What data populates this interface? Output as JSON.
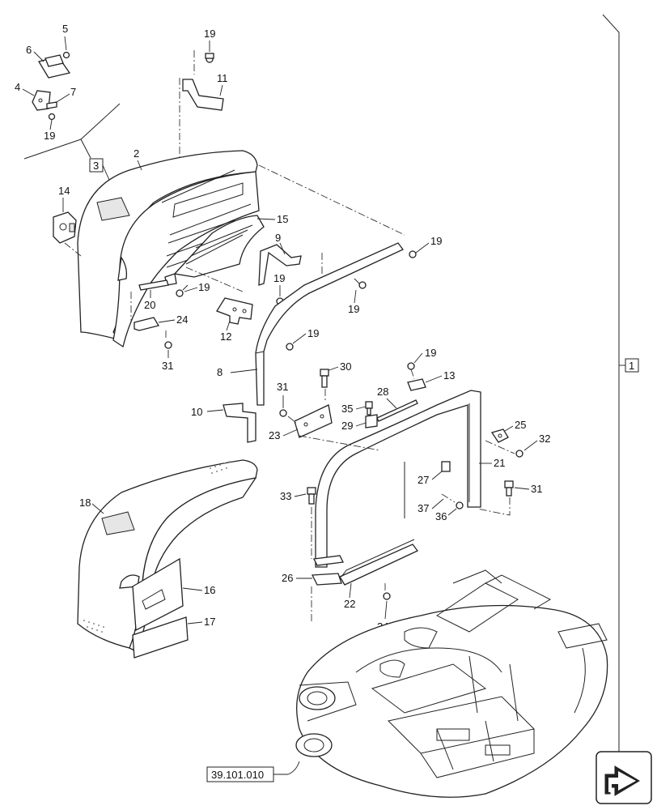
{
  "diagram": {
    "reference_label": "39.101.010",
    "callouts": [
      {
        "id": "c5",
        "text": "5"
      },
      {
        "id": "c6",
        "text": "6"
      },
      {
        "id": "c4",
        "text": "4"
      },
      {
        "id": "c7",
        "text": "7"
      },
      {
        "id": "c19a",
        "text": "19"
      },
      {
        "id": "c19b",
        "text": "19"
      },
      {
        "id": "c11",
        "text": "11"
      },
      {
        "id": "c3",
        "text": "3"
      },
      {
        "id": "c2",
        "text": "2"
      },
      {
        "id": "c14",
        "text": "14"
      },
      {
        "id": "c15",
        "text": "15"
      },
      {
        "id": "c9",
        "text": "9"
      },
      {
        "id": "c19c",
        "text": "19"
      },
      {
        "id": "c19d",
        "text": "19"
      },
      {
        "id": "c19e",
        "text": "19"
      },
      {
        "id": "c19f",
        "text": "19"
      },
      {
        "id": "c20",
        "text": "20"
      },
      {
        "id": "c24",
        "text": "24"
      },
      {
        "id": "c12",
        "text": "12"
      },
      {
        "id": "c19g",
        "text": "19"
      },
      {
        "id": "c31a",
        "text": "31"
      },
      {
        "id": "c1",
        "text": "1"
      },
      {
        "id": "c19h",
        "text": "19"
      },
      {
        "id": "c30",
        "text": "30"
      },
      {
        "id": "c8",
        "text": "8"
      },
      {
        "id": "c13",
        "text": "13"
      },
      {
        "id": "c31b",
        "text": "31"
      },
      {
        "id": "c28",
        "text": "28"
      },
      {
        "id": "c35",
        "text": "35"
      },
      {
        "id": "c10",
        "text": "10"
      },
      {
        "id": "c29",
        "text": "29"
      },
      {
        "id": "c25",
        "text": "25"
      },
      {
        "id": "c23",
        "text": "23"
      },
      {
        "id": "c32",
        "text": "32"
      },
      {
        "id": "c21",
        "text": "21"
      },
      {
        "id": "c27",
        "text": "27"
      },
      {
        "id": "c31c",
        "text": "31"
      },
      {
        "id": "c18",
        "text": "18"
      },
      {
        "id": "c33",
        "text": "33"
      },
      {
        "id": "c37",
        "text": "37"
      },
      {
        "id": "c36",
        "text": "36"
      },
      {
        "id": "c16",
        "text": "16"
      },
      {
        "id": "c26",
        "text": "26"
      },
      {
        "id": "c22",
        "text": "22"
      },
      {
        "id": "c17",
        "text": "17"
      },
      {
        "id": "c34",
        "text": "34"
      }
    ]
  }
}
